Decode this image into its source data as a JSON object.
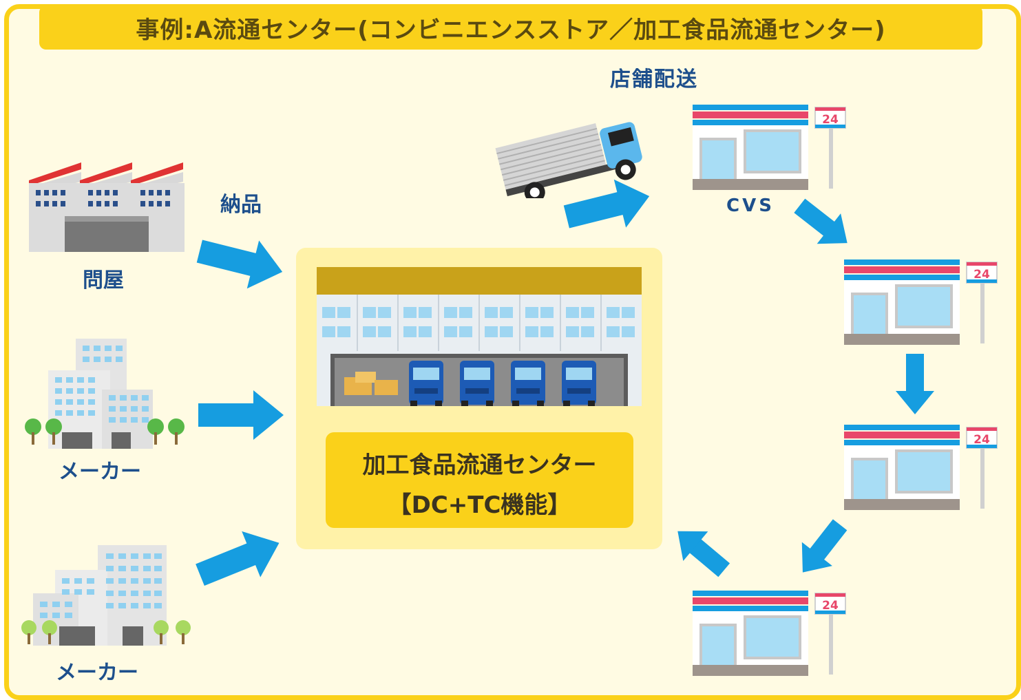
{
  "title": "事例:A流通センター(コンビニエンスストア／加工食品流通センター)",
  "labels": {
    "delivery_in": "納品",
    "store_delivery": "店舗配送",
    "wholesaler": "問屋",
    "maker_1": "メーカー",
    "maker_2": "メーカー",
    "cvs": "CVS"
  },
  "center": {
    "line1": "加工食品流通センター",
    "line2": "【DC+TC機能】"
  },
  "store_sign": "24",
  "colors": {
    "frame": "#FAD11A",
    "background": "#FFFBE3",
    "arrow": "#169DE0",
    "label": "#1d4f8c",
    "truck_cab": "#1d5bb5"
  }
}
